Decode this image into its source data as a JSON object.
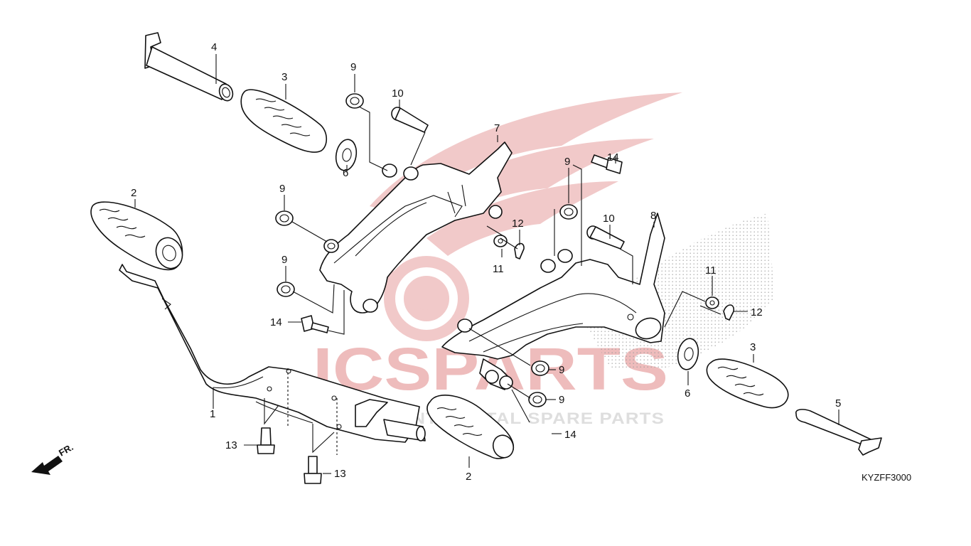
{
  "diagram": {
    "code": "KYZFF3000",
    "direction_label": "FR.",
    "callouts": [
      "1",
      "2",
      "2",
      "3",
      "3",
      "4",
      "5",
      "6",
      "6",
      "7",
      "8",
      "9",
      "9",
      "9",
      "9",
      "9",
      "9",
      "10",
      "10",
      "11",
      "11",
      "12",
      "12",
      "13",
      "13",
      "14",
      "14",
      "14"
    ]
  },
  "watermark": {
    "brand": "ICSPARTS",
    "tagline": "INTERCONTINENTAL SPARE PARTS",
    "colors": {
      "red": "#e9b0b0",
      "gray": "#d9d9d9"
    }
  }
}
